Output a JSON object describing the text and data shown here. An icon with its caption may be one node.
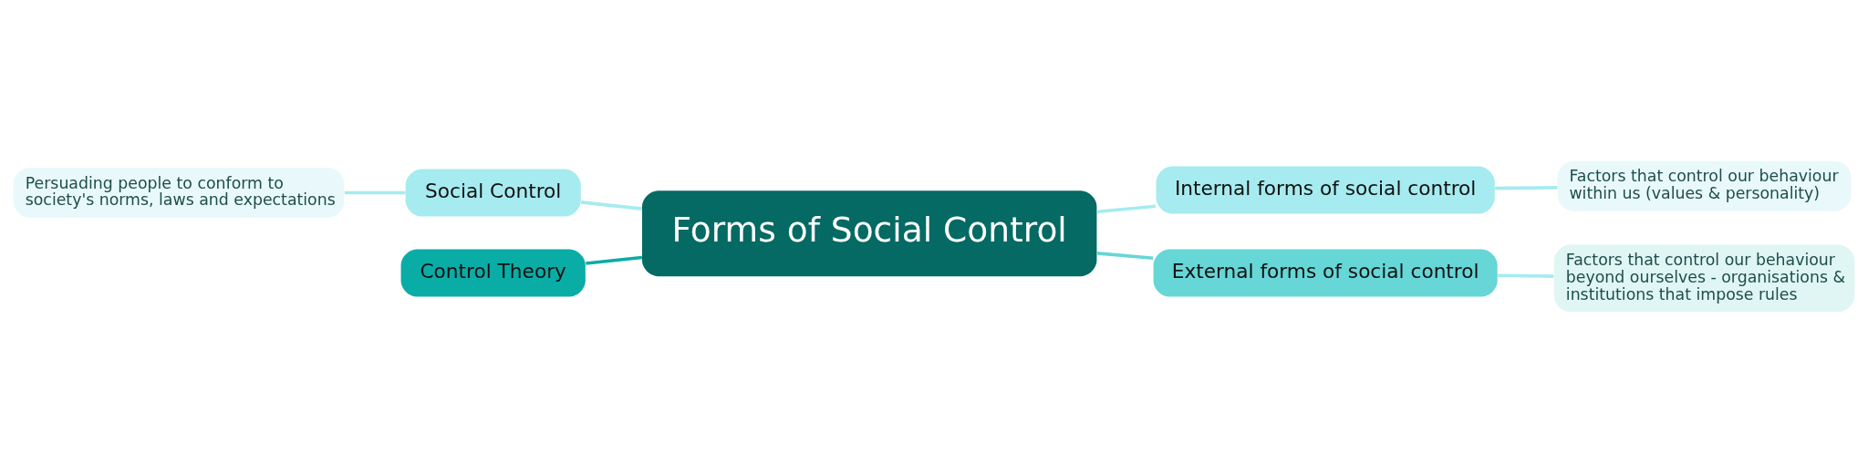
{
  "diagram": {
    "nodes": [
      {
        "text": [
          "Forms of Social Control"
        ]
      },
      {
        "text": [
          "Social Control"
        ]
      },
      {
        "text": [
          "Persuading people to conform to society's norms, laws and expectations"
        ]
      },
      {
        "text": [
          "Control Theory"
        ]
      },
      {
        "text": [
          "Internal forms of social control"
        ]
      },
      {
        "text": [
          "Factors that control our behaviour within us (values & personality)"
        ]
      },
      {
        "text": [
          "External forms of social control"
        ]
      },
      {
        "text": [
          "Factors that control our behaviour beyond ourselves - organisations & institutions that impose rules"
        ]
      }
    ],
    "edges": [
      {
        "from": 0,
        "to": 1,
        "arrow": "none"
      },
      {
        "from": 1,
        "to": 2,
        "arrow": "none"
      },
      {
        "from": 0,
        "to": 3,
        "arrow": "none",
        "color": "#0aaca6"
      },
      {
        "from": 0,
        "to": 4,
        "arrow": "none"
      },
      {
        "from": 4,
        "to": 5,
        "arrow": "none"
      },
      {
        "from": 0,
        "to": 6,
        "arrow": "none",
        "color": "#66d6d6"
      },
      {
        "from": 6,
        "to": 7,
        "arrow": "none"
      }
    ]
  }
}
